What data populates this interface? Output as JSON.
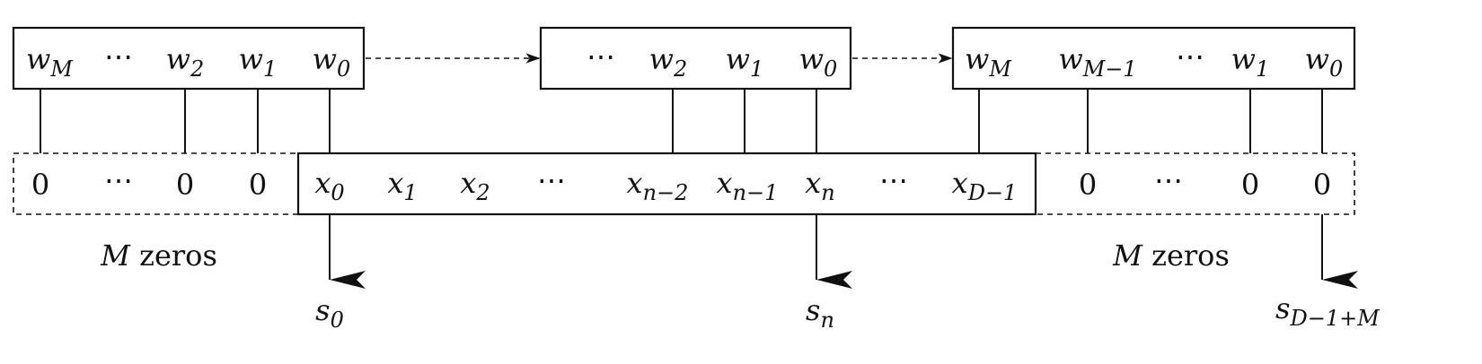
{
  "filter_boxes": [
    {
      "id": "filter-start",
      "cells": [
        {
          "b": "w",
          "s": "M"
        },
        {
          "b": "⋯",
          "s": ""
        },
        {
          "b": "w",
          "s": "2"
        },
        {
          "b": "w",
          "s": "1"
        },
        {
          "b": "w",
          "s": "0"
        }
      ]
    },
    {
      "id": "filter-middle",
      "cells": [
        {
          "b": "⋯",
          "s": ""
        },
        {
          "b": "w",
          "s": "2"
        },
        {
          "b": "w",
          "s": "1"
        },
        {
          "b": "w",
          "s": "0"
        }
      ]
    },
    {
      "id": "filter-end",
      "cells": [
        {
          "b": "w",
          "s": "M"
        },
        {
          "b": "w",
          "s": "M−1"
        },
        {
          "b": "⋯",
          "s": ""
        },
        {
          "b": "w",
          "s": "1"
        },
        {
          "b": "w",
          "s": "0"
        }
      ]
    }
  ],
  "left_padding": [
    "0",
    "⋯",
    "0",
    "0"
  ],
  "signal": [
    {
      "b": "x",
      "s": "0"
    },
    {
      "b": "x",
      "s": "1"
    },
    {
      "b": "x",
      "s": "2"
    },
    {
      "b": "⋯",
      "s": ""
    },
    {
      "b": "x",
      "s": "n−2"
    },
    {
      "b": "x",
      "s": "n−1"
    },
    {
      "b": "x",
      "s": "n"
    },
    {
      "b": "⋯",
      "s": ""
    },
    {
      "b": "x",
      "s": "D−1"
    }
  ],
  "right_padding": [
    "0",
    "⋯",
    "0",
    "0"
  ],
  "padding_labels": {
    "left": {
      "var": "M",
      "text": " zeros"
    },
    "right": {
      "var": "M",
      "text": " zeros"
    }
  },
  "outputs": [
    {
      "b": "s",
      "s": "0"
    },
    {
      "b": "s",
      "s": "n"
    },
    {
      "b": "s",
      "s": "D−1+M"
    }
  ]
}
